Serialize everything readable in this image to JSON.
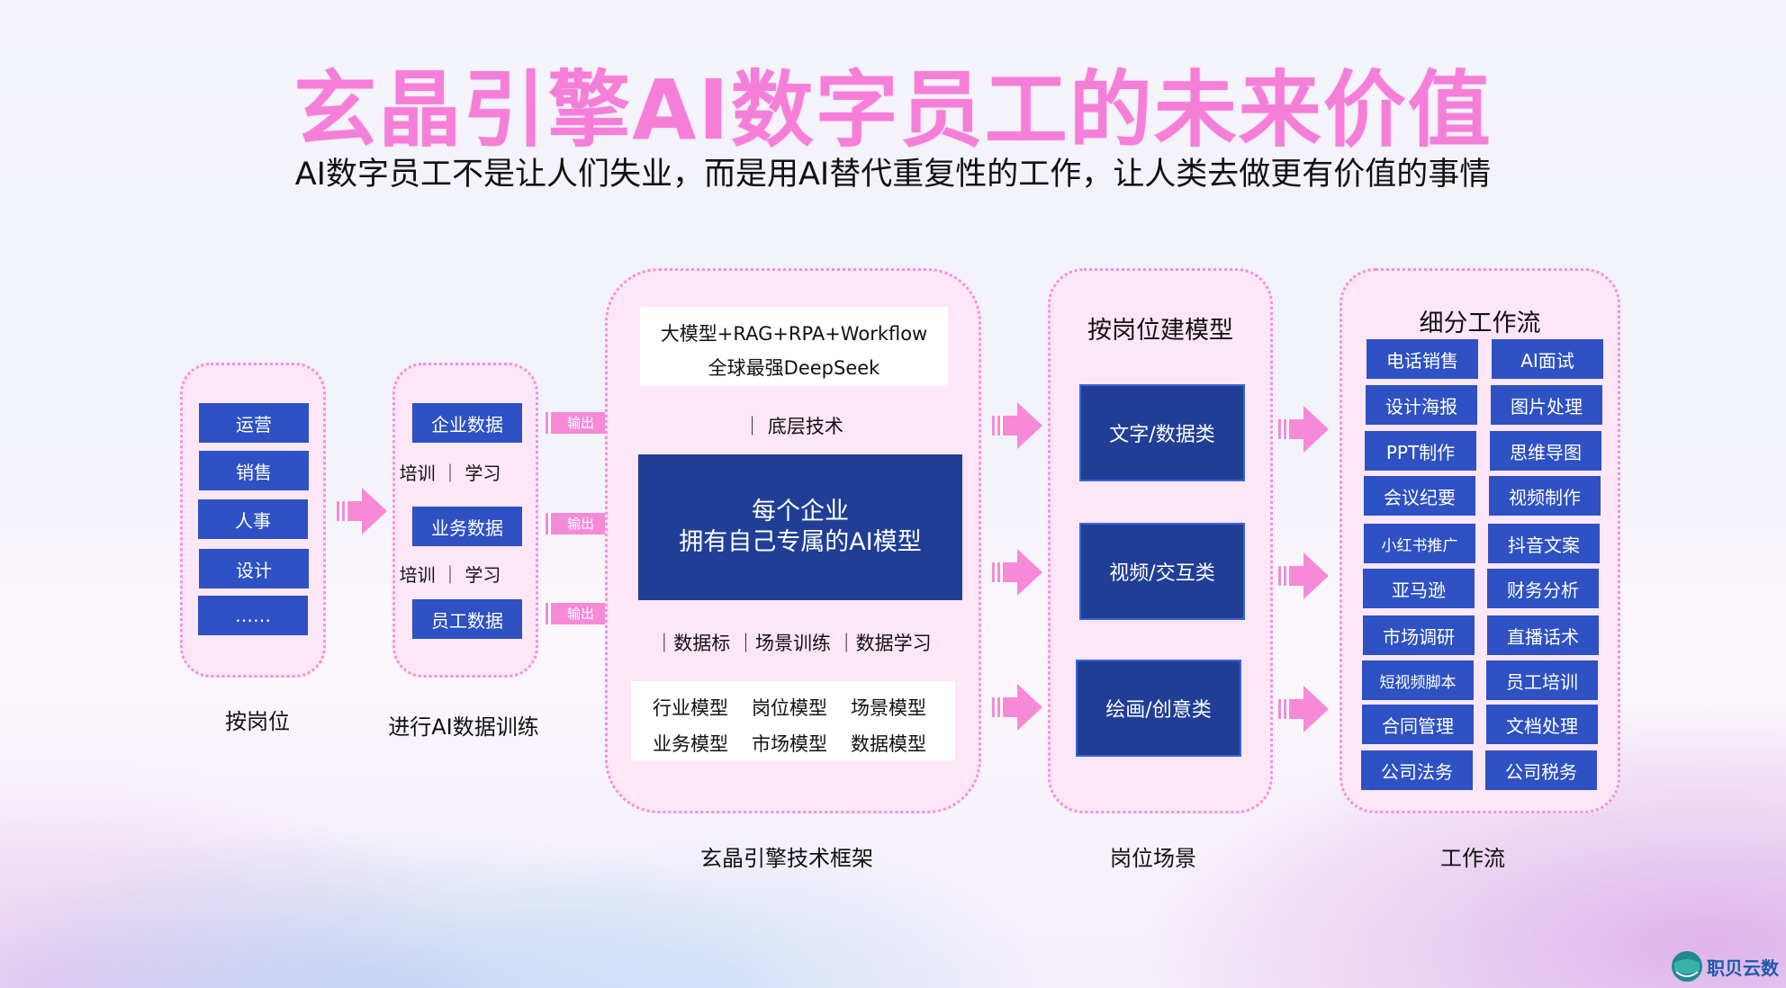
{
  "title": "玄晶引擎AI数字员工的未来价值",
  "subtitle": "AI数字员工不是让人们失业，而是用AI替代重复性的工作，让人类去做更有价值的事情",
  "col1": {
    "items": [
      "运营",
      "销售",
      "人事",
      "设计",
      "……"
    ],
    "caption": "按岗位"
  },
  "col2": {
    "data1": "企业数据",
    "train1": "培训 ｜ 学习",
    "data2": "业务数据",
    "train2": "培训 ｜ 学习",
    "data3": "员工数据",
    "caption": "进行AI数据训练"
  },
  "arrows": {
    "output": "输出"
  },
  "col3": {
    "top_line1": "大模型+RAG+RPA+Workflow",
    "top_line2": "全球最强DeepSeek",
    "base_tech": "｜ 底层技术",
    "core_line1": "每个企业",
    "core_line2": "拥有自己专属的AI模型",
    "methods": "｜数据标 ｜场景训练 ｜数据学习",
    "models_row1": [
      "行业模型",
      "岗位模型",
      "场景模型"
    ],
    "models_row2": [
      "业务模型",
      "市场模型",
      "数据模型"
    ],
    "caption": "玄晶引擎技术框架"
  },
  "col4": {
    "header": "按岗位建模型",
    "items": [
      "文字/数据类",
      "视频/交互类",
      "绘画/创意类"
    ],
    "caption": "岗位场景"
  },
  "col5": {
    "header": "细分工作流",
    "items": [
      [
        "电话销售",
        "AI面试"
      ],
      [
        "设计海报",
        "图片处理"
      ],
      [
        "PPT制作",
        "思维导图"
      ],
      [
        "会议纪要",
        "视频制作"
      ],
      [
        "小红书推广",
        "抖音文案"
      ],
      [
        "亚马逊",
        "财务分析"
      ],
      [
        "市场调研",
        "直播话术"
      ],
      [
        "短视频脚本",
        "员工培训"
      ],
      [
        "合同管理",
        "文档处理"
      ],
      [
        "公司法务",
        "公司税务"
      ]
    ],
    "caption": "工作流"
  },
  "logo": {
    "text": "职贝云数"
  },
  "colors": {
    "accent_pink": "#f57fd8",
    "box_blue": "#2e51c3",
    "dark_blue": "#213e97",
    "panel_bg": "#fde6f6"
  }
}
